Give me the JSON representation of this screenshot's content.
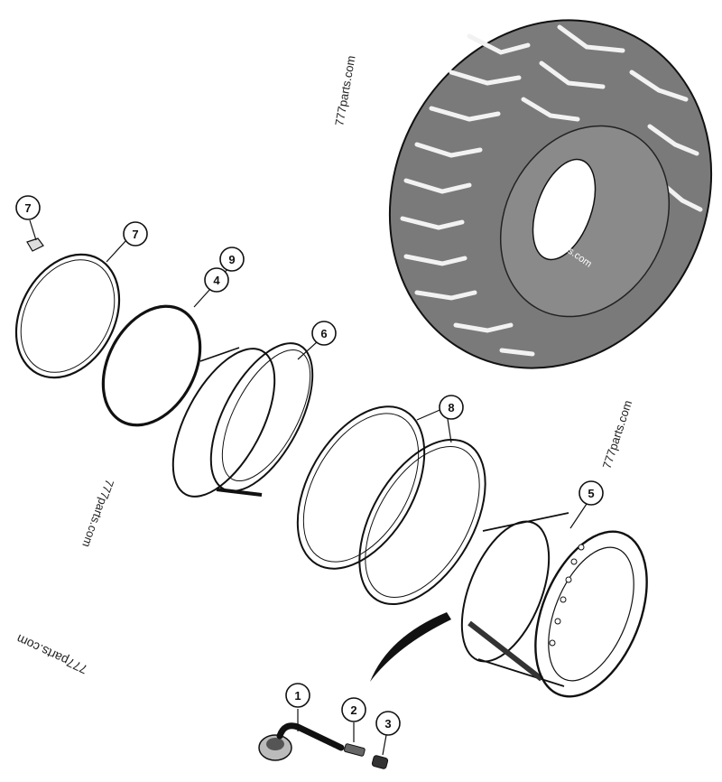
{
  "diagram": {
    "callouts": [
      {
        "id": "c7a",
        "label": "7"
      },
      {
        "id": "c7b",
        "label": "7"
      },
      {
        "id": "c9",
        "label": "9"
      },
      {
        "id": "c4",
        "label": "4"
      },
      {
        "id": "c6",
        "label": "6"
      },
      {
        "id": "c8",
        "label": "8"
      },
      {
        "id": "c5",
        "label": "5"
      },
      {
        "id": "c1",
        "label": "1"
      },
      {
        "id": "c2",
        "label": "2"
      },
      {
        "id": "c3",
        "label": "3"
      }
    ],
    "watermark": "777parts.com",
    "colors": {
      "ink": "#111111",
      "tire": "#7a7a7a",
      "paper": "#ffffff"
    }
  }
}
